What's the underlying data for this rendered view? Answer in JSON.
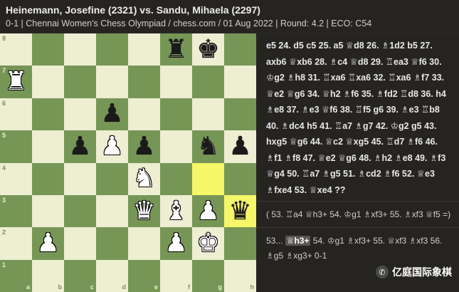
{
  "header": {
    "title": "Heinemann, Josefine (2321) vs. Sandu, Mihaela (2297)",
    "subtitle": "0-1 | Chennai Women's Chess Olympiad / chess.com / 01 Aug 2022 | Round: 4.2 | ECO: C54"
  },
  "board": {
    "files": [
      "a",
      "b",
      "c",
      "d",
      "e",
      "f",
      "g",
      "h"
    ],
    "ranks": [
      "8",
      "7",
      "6",
      "5",
      "4",
      "3",
      "2",
      "1"
    ],
    "highlight": [
      "g4",
      "h3"
    ],
    "pieces": [
      {
        "sq": "f8",
        "glyph": "♜",
        "color": "black"
      },
      {
        "sq": "g8",
        "glyph": "♚",
        "color": "black"
      },
      {
        "sq": "a7",
        "glyph": "♜",
        "color": "white"
      },
      {
        "sq": "d6",
        "glyph": "♟",
        "color": "black"
      },
      {
        "sq": "c5",
        "glyph": "♟",
        "color": "black"
      },
      {
        "sq": "d5",
        "glyph": "♟",
        "color": "white"
      },
      {
        "sq": "e5",
        "glyph": "♟",
        "color": "black"
      },
      {
        "sq": "g5",
        "glyph": "♞",
        "color": "black"
      },
      {
        "sq": "h5",
        "glyph": "♟",
        "color": "black"
      },
      {
        "sq": "e4",
        "glyph": "♞",
        "color": "white"
      },
      {
        "sq": "e3",
        "glyph": "♛",
        "color": "white"
      },
      {
        "sq": "f3",
        "glyph": "♝",
        "color": "white"
      },
      {
        "sq": "g3",
        "glyph": "♟",
        "color": "white"
      },
      {
        "sq": "h3",
        "glyph": "♛",
        "color": "black"
      },
      {
        "sq": "b2",
        "glyph": "♟",
        "color": "white"
      },
      {
        "sq": "f2",
        "glyph": "♟",
        "color": "white"
      },
      {
        "sq": "g2",
        "glyph": "♚",
        "color": "white"
      }
    ]
  },
  "moves": {
    "main": [
      "e5 24. d5 c5 25. a5 ",
      {
        "f": "♕"
      },
      "d8 26. ",
      {
        "f": "♗"
      },
      "1d2 b5 27. axb6 ",
      {
        "f": "♕"
      },
      "xb6 28. ",
      {
        "f": "♗"
      },
      "c4 ",
      {
        "f": "♕"
      },
      "d8 29. ",
      {
        "f": "♖"
      },
      "ea3 ",
      {
        "f": "♕"
      },
      "f6 30. ",
      {
        "f": "♔"
      },
      "g2 ",
      {
        "f": "♗"
      },
      "h8 31. ",
      {
        "f": "♖"
      },
      "xa6 ",
      {
        "f": "♖"
      },
      "xa6 32. ",
      {
        "f": "♖"
      },
      "xa6 ",
      {
        "f": "♗"
      },
      "f7 33. ",
      {
        "f": "♕"
      },
      "e2 ",
      {
        "f": "♕"
      },
      "g6 34. ",
      {
        "f": "♕"
      },
      "h2 ",
      {
        "f": "♗"
      },
      "f6 35. ",
      {
        "f": "♗"
      },
      "fd2 ",
      {
        "f": "♖"
      },
      "d8 36. h4 ",
      {
        "f": "♗"
      },
      "e8 37. ",
      {
        "f": "♗"
      },
      "e3 ",
      {
        "f": "♕"
      },
      "f6 38. ",
      {
        "f": "♖"
      },
      "f5 g6 39. ",
      {
        "f": "♗"
      },
      "e3 ",
      {
        "f": "♖"
      },
      "b8 40. ",
      {
        "f": "♗"
      },
      "dc4 h5 41. ",
      {
        "f": "♖"
      },
      "a7 ",
      {
        "f": "♗"
      },
      "g7 42. ",
      {
        "f": "♔"
      },
      "g2 g5 43. hxg5 ",
      {
        "f": "♕"
      },
      "g6 44. ",
      {
        "f": "♕"
      },
      "c2 ",
      {
        "f": "♕"
      },
      "xg5 45. ",
      {
        "f": "♖"
      },
      "d7 ",
      {
        "f": "♗"
      },
      "f6 46. ",
      {
        "f": "♗"
      },
      "f1 ",
      {
        "f": "♗"
      },
      "f8 47. ",
      {
        "f": "♕"
      },
      "e2 ",
      {
        "f": "♕"
      },
      "g6 48. ",
      {
        "f": "♗"
      },
      "h2 ",
      {
        "f": "♗"
      },
      "e8 49. ",
      {
        "f": "♗"
      },
      "f3 ",
      {
        "f": "♕"
      },
      "g4 50. ",
      {
        "f": "♖"
      },
      "a7 ",
      {
        "f": "♗"
      },
      "g5 51. ",
      {
        "f": "♗"
      },
      "cd2 ",
      {
        "f": "♗"
      },
      "f6 52. ",
      {
        "f": "♕"
      },
      "e3 ",
      {
        "f": "♗"
      },
      "fxe4 53. ",
      {
        "f": "♕"
      },
      "xe4 ??"
    ],
    "variation": [
      "( 53. ",
      {
        "f": "♖"
      },
      "a4 ",
      {
        "f": "♕"
      },
      "h3+ 54. ",
      {
        "f": "♔"
      },
      "g1 ",
      {
        "f": "♗"
      },
      "xf3+ 55. ",
      {
        "f": "♗"
      },
      "xf3 ",
      {
        "f": "♕"
      },
      "f5 =)"
    ],
    "current_prefix": "53... ",
    "current_active": "♕h3+",
    "current_rest": [
      " 54. ",
      {
        "f": "♔"
      },
      "g1 ",
      {
        "f": "♗"
      },
      "xf3+ 55. ",
      {
        "f": "♕"
      },
      "xf3 ",
      {
        "f": "♗"
      },
      "xf3 56. ",
      {
        "f": "♗"
      },
      "g5 ",
      {
        "f": "♗"
      },
      "xg3+ 0-1"
    ]
  },
  "watermark": {
    "icon": "wechat-icon",
    "text": "亿庭国际象棋"
  }
}
